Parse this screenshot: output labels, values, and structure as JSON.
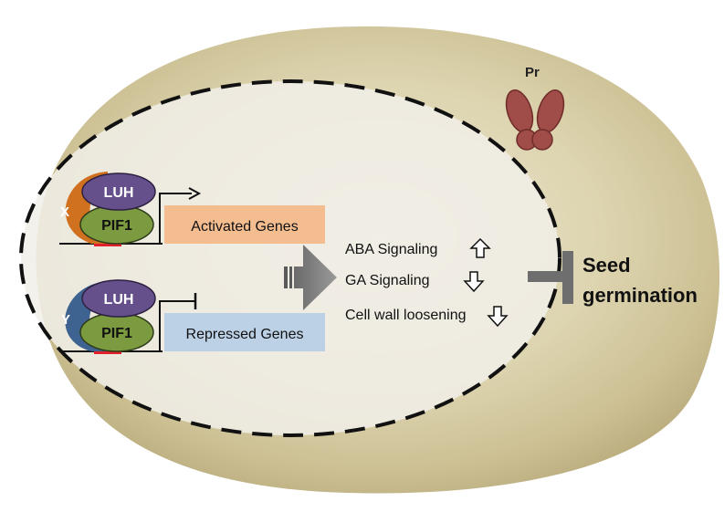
{
  "labels": {
    "pr": "Pr",
    "x": "X",
    "y": "Y",
    "luh_top": "LUH",
    "pif1_top": "PIF1",
    "luh_bottom": "LUH",
    "pif1_bottom": "PIF1",
    "activated": "Activated Genes",
    "repressed": "Repressed Genes",
    "effects": [
      {
        "text": "ABA Signaling",
        "arrow": "up"
      },
      {
        "text": "GA Signaling",
        "arrow": "down"
      },
      {
        "text": "Cell wall loosening",
        "arrow": "down"
      }
    ],
    "seed": "Seed",
    "germination": "germination"
  },
  "colors": {
    "seed_outer": "#c9bc8c",
    "nucleus_fill": "#f1efe9",
    "x_protein": "#d0711f",
    "y_protein": "#3f6391",
    "luh": "#66508c",
    "pif1": "#7c9a3f",
    "dna_site": "#e0202a",
    "activated_box": "#f4bd90",
    "repressed_box": "#bcd0e6",
    "pr_molecule": "#a04c48",
    "big_arrow": "#808080",
    "inhibit_bar": "#6e6e6e"
  }
}
